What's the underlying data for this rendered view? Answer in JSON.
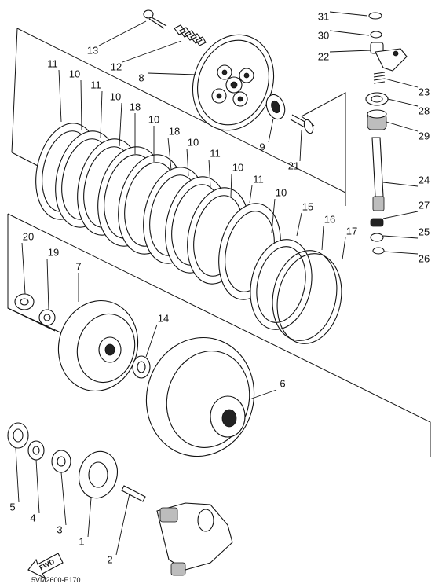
{
  "parts": [
    {
      "id": "p31",
      "number": "31"
    },
    {
      "id": "p30",
      "number": "30"
    },
    {
      "id": "p13",
      "number": "13"
    },
    {
      "id": "p12",
      "number": "12"
    },
    {
      "id": "p22",
      "number": "22"
    },
    {
      "id": "p8",
      "number": "8"
    },
    {
      "id": "p23",
      "number": "23"
    },
    {
      "id": "p28",
      "number": "28"
    },
    {
      "id": "p29",
      "number": "29"
    },
    {
      "id": "p9",
      "number": "9"
    },
    {
      "id": "p21",
      "number": "21"
    },
    {
      "id": "p24",
      "number": "24"
    },
    {
      "id": "p27",
      "number": "27"
    },
    {
      "id": "p25",
      "number": "25"
    },
    {
      "id": "p26",
      "number": "26"
    },
    {
      "id": "p11a",
      "number": "11"
    },
    {
      "id": "p10a",
      "number": "10"
    },
    {
      "id": "p11b",
      "number": "11"
    },
    {
      "id": "p10b",
      "number": "10"
    },
    {
      "id": "p18a",
      "number": "18"
    },
    {
      "id": "p10c",
      "number": "10"
    },
    {
      "id": "p18b",
      "number": "18"
    },
    {
      "id": "p10d",
      "number": "10"
    },
    {
      "id": "p11c",
      "number": "11"
    },
    {
      "id": "p10e",
      "number": "10"
    },
    {
      "id": "p11d",
      "number": "11"
    },
    {
      "id": "p10f",
      "number": "10"
    },
    {
      "id": "p15",
      "number": "15"
    },
    {
      "id": "p16",
      "number": "16"
    },
    {
      "id": "p17",
      "number": "17"
    },
    {
      "id": "p20",
      "number": "20"
    },
    {
      "id": "p19",
      "number": "19"
    },
    {
      "id": "p7",
      "number": "7"
    },
    {
      "id": "p14",
      "number": "14"
    },
    {
      "id": "p6",
      "number": "6"
    },
    {
      "id": "p5",
      "number": "5"
    },
    {
      "id": "p4",
      "number": "4"
    },
    {
      "id": "p3",
      "number": "3"
    },
    {
      "id": "p1",
      "number": "1"
    },
    {
      "id": "p2",
      "number": "2"
    }
  ],
  "direction_arrow": {
    "label": "FWD"
  },
  "drawing_code": "5VM2600-E170"
}
